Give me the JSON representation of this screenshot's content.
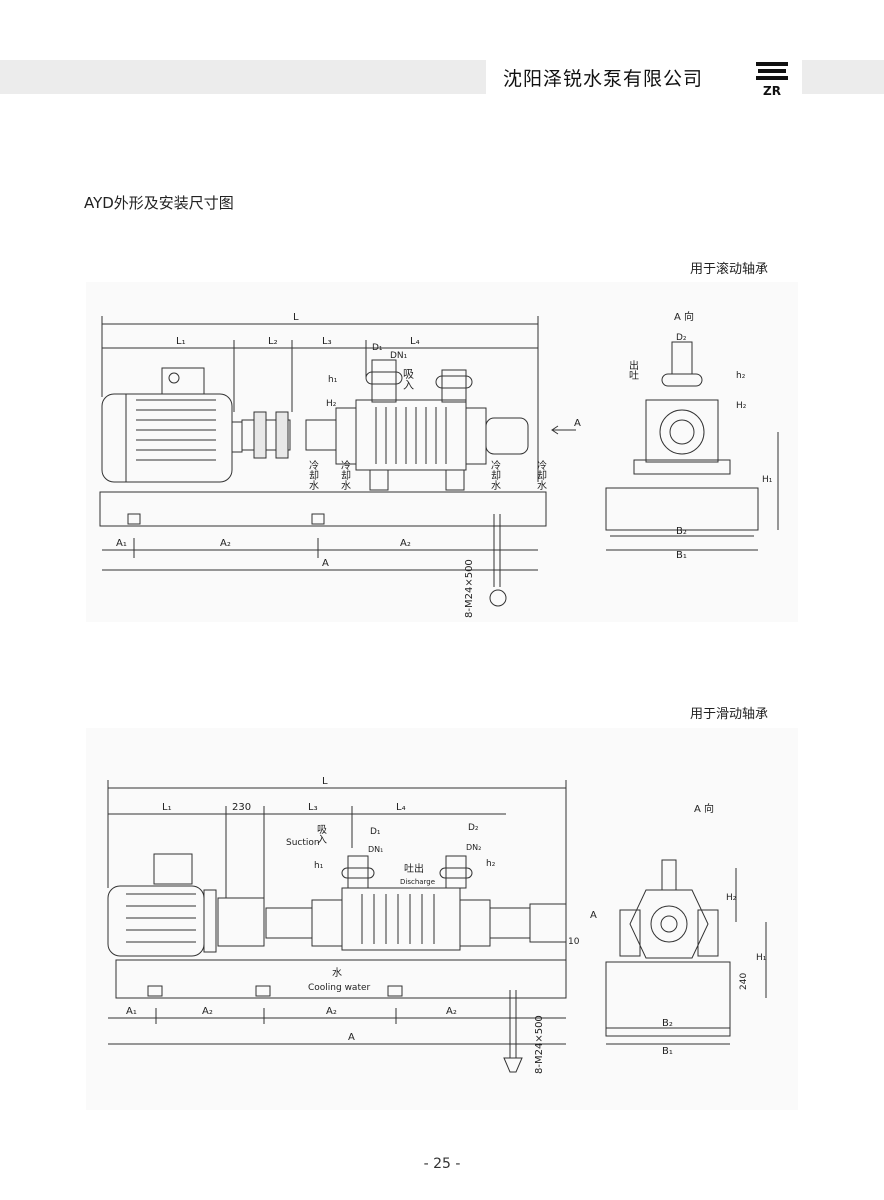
{
  "header": {
    "company": "沈阳泽锐水泵有限公司",
    "logo_text": "ZR"
  },
  "section_title": "AYD外形及安装尺寸图",
  "figure1": {
    "caption": "用于滚动轴承",
    "labels": {
      "L": "L",
      "L1": "L₁",
      "L2": "L₂",
      "L3": "L₃",
      "L4": "L₄",
      "D1": "D₁",
      "DN1": "DN₁",
      "suction": "吸入",
      "h1": "h₁",
      "H2": "H₂",
      "A_arrow": "A",
      "cooling_water": "冷却水",
      "A1": "A₁",
      "A2": "A₂",
      "A": "A",
      "bolt": "8-M24×500",
      "view": "A 向",
      "D2": "D₂",
      "discharge": "出吐",
      "h2": "h₂",
      "H1": "H₁",
      "B2": "B₂",
      "B1": "B₁"
    }
  },
  "figure2": {
    "caption": "用于滑动轴承",
    "labels": {
      "L": "L",
      "L1": "L₁",
      "dim230": "230",
      "L3": "L₃",
      "L4": "L₄",
      "suction_en": "Suction",
      "suction": "吸入",
      "D1": "D₁",
      "DN1": "DN₁",
      "D2": "D₂",
      "DN2": "DN₂",
      "discharge": "吐出",
      "discharge_en": "Discharge",
      "h1": "h₁",
      "h2": "h₂",
      "water": "水",
      "cooling_water_en": "Cooling water",
      "dim10": "10",
      "A_arrow": "A",
      "A1": "A₁",
      "A2": "A₂",
      "A": "A",
      "bolt": "8-M24×500",
      "view": "A 向",
      "H2": "H₂",
      "H1": "H₁",
      "dim240": "240",
      "B2": "B₂",
      "B1": "B₁"
    }
  },
  "footer": {
    "page_number": "- 25 -"
  }
}
